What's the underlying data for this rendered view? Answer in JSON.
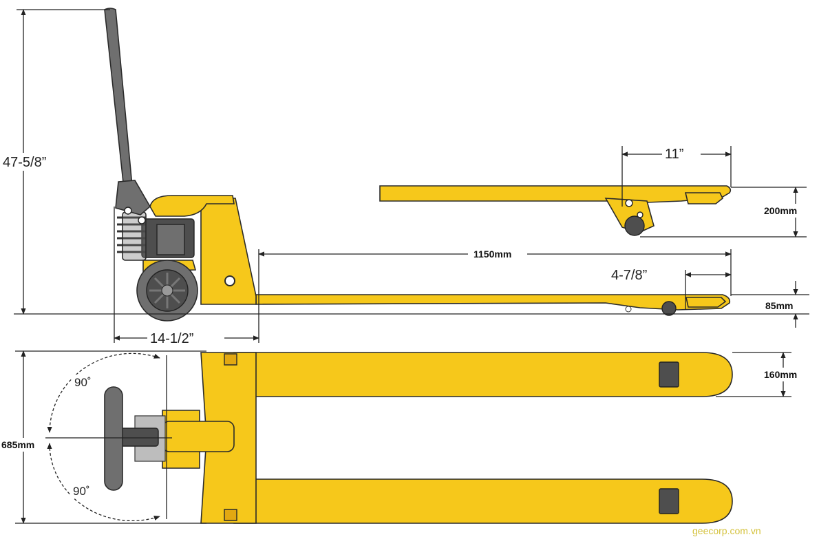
{
  "dimensions": {
    "handle_height": "47-5/8”",
    "base_length": "14-1/2”",
    "fork_length": "1150mm",
    "wheel_offset": "4-7/8”",
    "lowered_height": "85mm",
    "raised_offset": "11”",
    "lift_height": "200mm",
    "fork_width": "160mm",
    "overall_width": "685mm",
    "angle_top": "90˚",
    "angle_bottom": "90˚"
  },
  "watermark": "geecorp.com.vn",
  "colors": {
    "body_yellow": "#f6c81b",
    "handle_gray": "#6f6f6f",
    "outline": "#2a2a2a"
  }
}
